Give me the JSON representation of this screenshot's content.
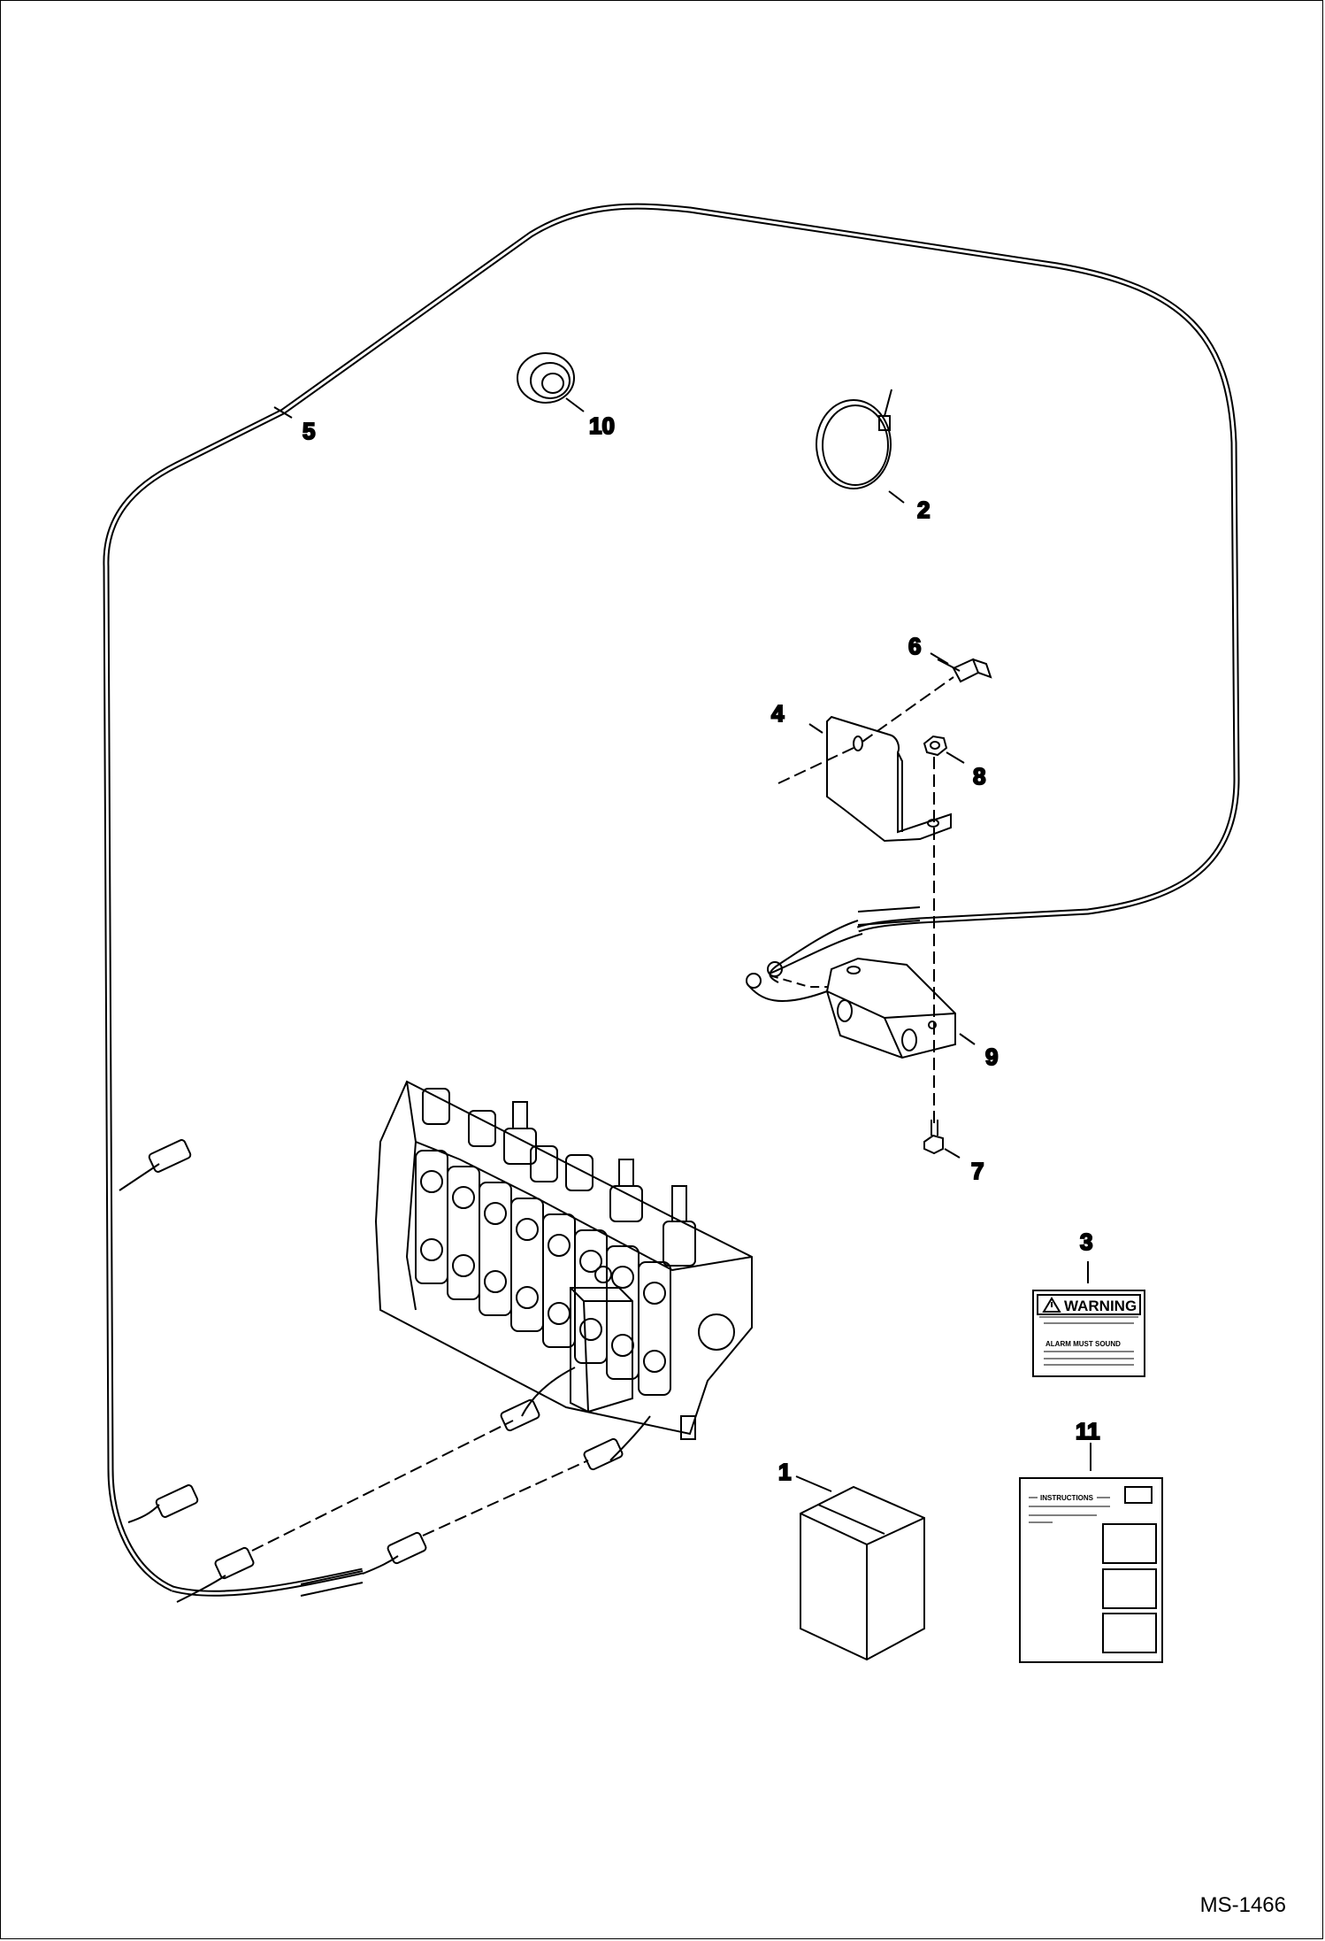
{
  "drawing_number": "MS-1466",
  "callouts": {
    "c1": "1",
    "c2": "2",
    "c3": "3",
    "c4": "4",
    "c5": "5",
    "c6": "6",
    "c7": "7",
    "c8": "8",
    "c9": "9",
    "c10": "10",
    "c11": "11"
  },
  "decal": {
    "heading": "WARNING",
    "text": "ALARM MUST SOUND"
  },
  "instructions": {
    "heading": "INSTRUCTIONS"
  }
}
